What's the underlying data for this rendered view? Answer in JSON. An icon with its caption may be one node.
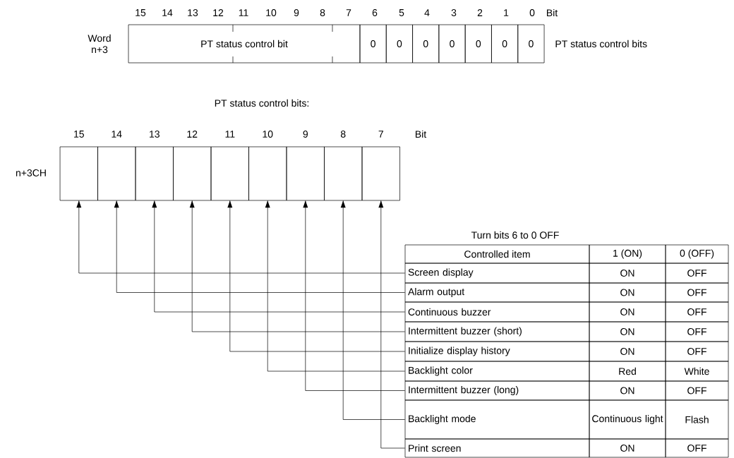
{
  "diagram": {
    "nodes": [
      {
        "text": [
          "PT status control bit"
        ]
      },
      {
        "text": [
          "0"
        ]
      },
      {
        "text": [
          "0"
        ]
      },
      {
        "text": [
          "0"
        ]
      },
      {
        "text": [
          "0"
        ]
      },
      {
        "text": [
          "0"
        ]
      },
      {
        "text": [
          "0"
        ]
      },
      {
        "text": [
          "0"
        ]
      },
      {
        "text": [],
        "shape": "box",
        "beside": [
          "15"
        ]
      },
      {
        "text": [],
        "shape": "box",
        "beside": [
          "14"
        ]
      },
      {
        "text": [],
        "shape": "box",
        "beside": [
          "13"
        ]
      },
      {
        "text": [],
        "shape": "box",
        "beside": [
          "12"
        ]
      },
      {
        "text": [],
        "shape": "box",
        "beside": [
          "11"
        ]
      },
      {
        "text": [],
        "shape": "box",
        "beside": [
          "10"
        ]
      },
      {
        "text": [],
        "shape": "box",
        "beside": [
          "9"
        ]
      },
      {
        "text": [],
        "shape": "box",
        "beside": [
          "8"
        ]
      },
      {
        "text": [],
        "shape": "box",
        "beside": [
          "7"
        ]
      },
      {
        "text": [
          "Screen display"
        ]
      },
      {
        "text": [
          "Alarm output"
        ]
      },
      {
        "text": [
          "Continuous buzzer"
        ]
      },
      {
        "text": [
          "Intermittent buzzer (short)"
        ]
      },
      {
        "text": [
          "Initialize display history"
        ]
      },
      {
        "text": [
          "Backlight color"
        ]
      },
      {
        "text": [
          "Intermittent buzzer (long)"
        ]
      },
      {
        "text": [
          "Backlight mode"
        ]
      },
      {
        "text": [
          "Print screen"
        ]
      }
    ],
    "edges": [
      {
        "from": 17,
        "to": 8,
        "arrow": "to"
      },
      {
        "from": 18,
        "to": 9,
        "arrow": "to"
      },
      {
        "from": 19,
        "to": 10,
        "arrow": "to"
      },
      {
        "from": 20,
        "to": 11,
        "arrow": "to"
      },
      {
        "from": 21,
        "to": 12,
        "arrow": "to"
      },
      {
        "from": 22,
        "to": 13,
        "arrow": "to"
      },
      {
        "from": 23,
        "to": 14,
        "arrow": "to"
      },
      {
        "from": 24,
        "to": 15,
        "arrow": "to"
      },
      {
        "from": 25,
        "to": 16,
        "arrow": "to"
      }
    ],
    "labels": [
      "15",
      "14",
      "13",
      "12",
      "11",
      "10",
      "9",
      "8",
      "7",
      "6",
      "5",
      "4",
      "3",
      "2",
      "1",
      "0",
      "Bit",
      "Word n+3",
      "PT status control bits",
      "PT status control bits:",
      "n+3CH",
      "Bit",
      "Turn bits 6 to 0 OFF",
      "Controlled item",
      "1 (ON)",
      "0 (OFF)",
      "ON",
      "OFF",
      "ON",
      "OFF",
      "ON",
      "OFF",
      "ON",
      "OFF",
      "ON",
      "OFF",
      "Red",
      "White",
      "ON",
      "OFF",
      "Continuous light",
      "Flash",
      "ON",
      "OFF"
    ]
  }
}
